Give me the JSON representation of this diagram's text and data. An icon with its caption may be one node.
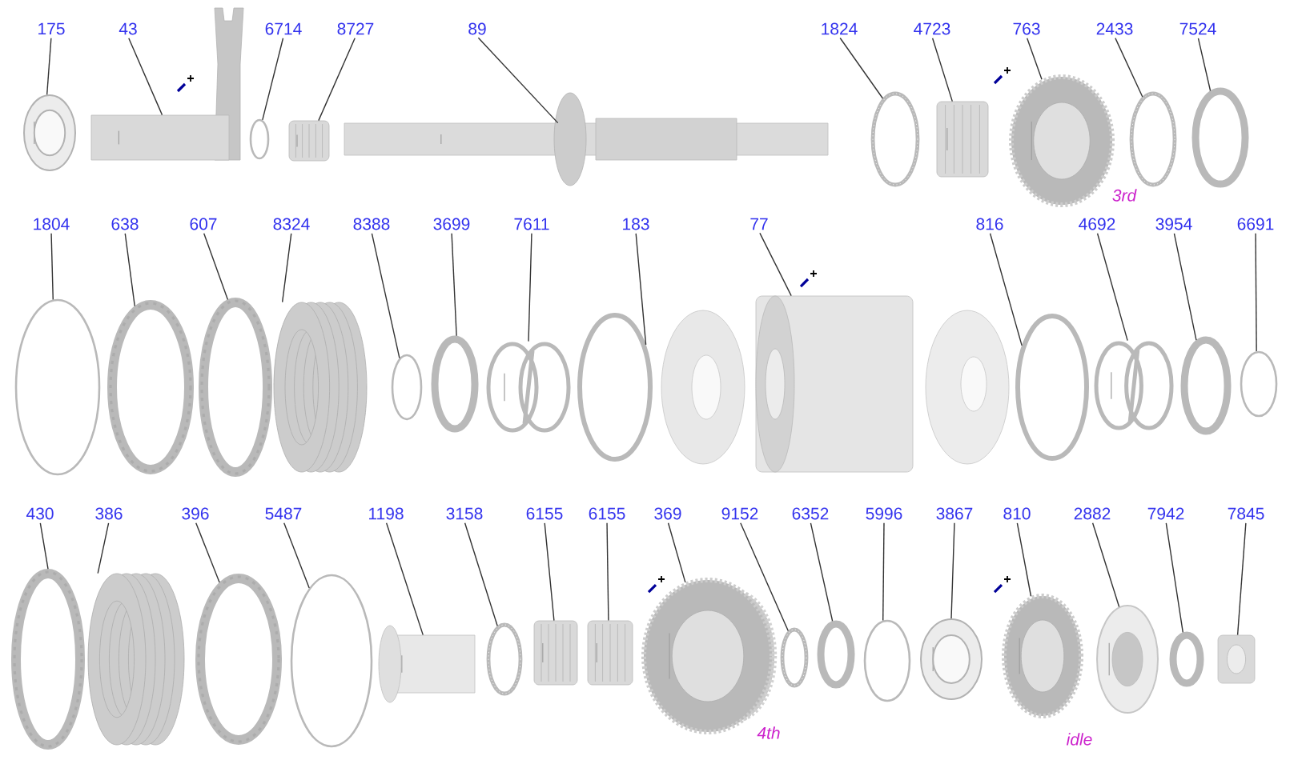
{
  "diagram": {
    "nodes": [
      {
        "text": [
          "175"
        ]
      },
      {
        "text": [],
        "shape": "picture"
      },
      {
        "text": [
          "43"
        ]
      },
      {
        "text": [],
        "shape": "picture"
      },
      {
        "text": [
          "6714"
        ]
      },
      {
        "text": [],
        "shape": "circle"
      },
      {
        "text": [
          "8727"
        ]
      },
      {
        "text": [],
        "shape": "picture"
      },
      {
        "text": [
          "89"
        ]
      },
      {
        "text": [],
        "shape": "picture"
      },
      {
        "text": [
          "1824"
        ]
      },
      {
        "text": [],
        "shape": "circle"
      },
      {
        "text": [
          "4723"
        ]
      },
      {
        "text": [],
        "shape": "picture"
      },
      {
        "text": [
          "763"
        ]
      },
      {
        "text": [],
        "shape": "picture",
        "beside": [
          "3rd"
        ]
      },
      {
        "text": [
          "2433"
        ]
      },
      {
        "text": [],
        "shape": "circle"
      },
      {
        "text": [
          "7524"
        ]
      },
      {
        "text": [],
        "shape": "circle"
      },
      {
        "text": [
          "1804"
        ]
      },
      {
        "text": [],
        "shape": "circle"
      },
      {
        "text": [
          "638"
        ]
      },
      {
        "text": [],
        "shape": "circle"
      },
      {
        "text": [
          "607"
        ]
      },
      {
        "text": [],
        "shape": "circle"
      },
      {
        "text": [
          "8324"
        ]
      },
      {
        "text": [],
        "shape": "picture"
      },
      {
        "text": [
          "8388"
        ]
      },
      {
        "text": [],
        "shape": "circle"
      },
      {
        "text": [
          "3699"
        ]
      },
      {
        "text": [],
        "shape": "circle"
      },
      {
        "text": [
          "7611"
        ]
      },
      {
        "text": [],
        "shape": "picture"
      },
      {
        "text": [
          "183"
        ]
      },
      {
        "text": [],
        "shape": "circle"
      },
      {
        "text": [
          "77"
        ]
      },
      {
        "text": [],
        "shape": "picture"
      },
      {
        "text": [
          "816"
        ]
      },
      {
        "text": [],
        "shape": "circle"
      },
      {
        "text": [
          "4692"
        ]
      },
      {
        "text": [],
        "shape": "picture"
      },
      {
        "text": [
          "3954"
        ]
      },
      {
        "text": [],
        "shape": "circle"
      },
      {
        "text": [
          "6691"
        ]
      },
      {
        "text": [],
        "shape": "circle"
      },
      {
        "text": [
          "430"
        ]
      },
      {
        "text": [],
        "shape": "circle"
      },
      {
        "text": [
          "386"
        ]
      },
      {
        "text": [],
        "shape": "picture"
      },
      {
        "text": [
          "396"
        ]
      },
      {
        "text": [],
        "shape": "circle"
      },
      {
        "text": [
          "5487"
        ]
      },
      {
        "text": [],
        "shape": "circle"
      },
      {
        "text": [
          "1198"
        ]
      },
      {
        "text": [],
        "shape": "picture"
      },
      {
        "text": [
          "3158"
        ]
      },
      {
        "text": [],
        "shape": "circle"
      },
      {
        "text": [
          "6155"
        ]
      },
      {
        "text": [],
        "shape": "picture"
      },
      {
        "text": [
          "6155"
        ]
      },
      {
        "text": [],
        "shape": "picture"
      },
      {
        "text": [
          "369"
        ]
      },
      {
        "text": [],
        "shape": "picture",
        "beside": [
          "4th"
        ]
      },
      {
        "text": [
          "9152"
        ]
      },
      {
        "text": [],
        "shape": "circle"
      },
      {
        "text": [
          "6352"
        ]
      },
      {
        "text": [],
        "shape": "circle"
      },
      {
        "text": [
          "5996"
        ]
      },
      {
        "text": [],
        "shape": "circle"
      },
      {
        "text": [
          "3867"
        ]
      },
      {
        "text": [],
        "shape": "picture"
      },
      {
        "text": [
          "810"
        ]
      },
      {
        "text": [],
        "shape": "picture",
        "beside": [
          "idle"
        ]
      },
      {
        "text": [
          "2882"
        ]
      },
      {
        "text": [],
        "shape": "picture"
      },
      {
        "text": [
          "7942"
        ]
      },
      {
        "text": [],
        "shape": "circle"
      },
      {
        "text": [
          "7845"
        ]
      },
      {
        "text": [],
        "shape": "box"
      }
    ],
    "edges": [
      {
        "from": 0,
        "to": 1,
        "arrow": "none"
      },
      {
        "from": 2,
        "to": 3,
        "arrow": "none"
      },
      {
        "from": 4,
        "to": 5,
        "arrow": "none"
      },
      {
        "from": 6,
        "to": 7,
        "arrow": "none"
      },
      {
        "from": 8,
        "to": 9,
        "arrow": "none"
      },
      {
        "from": 10,
        "to": 11,
        "arrow": "none"
      },
      {
        "from": 12,
        "to": 13,
        "arrow": "none"
      },
      {
        "from": 14,
        "to": 15,
        "arrow": "none"
      },
      {
        "from": 16,
        "to": 17,
        "arrow": "none"
      },
      {
        "from": 18,
        "to": 19,
        "arrow": "none"
      },
      {
        "from": 20,
        "to": 21,
        "arrow": "none"
      },
      {
        "from": 22,
        "to": 23,
        "arrow": "none"
      },
      {
        "from": 24,
        "to": 25,
        "arrow": "none"
      },
      {
        "from": 26,
        "to": 27,
        "arrow": "none"
      },
      {
        "from": 28,
        "to": 29,
        "arrow": "none"
      },
      {
        "from": 30,
        "to": 31,
        "arrow": "none"
      },
      {
        "from": 32,
        "to": 33,
        "arrow": "none"
      },
      {
        "from": 34,
        "to": 35,
        "arrow": "none"
      },
      {
        "from": 36,
        "to": 37,
        "arrow": "none"
      },
      {
        "from": 38,
        "to": 39,
        "arrow": "none"
      },
      {
        "from": 40,
        "to": 41,
        "arrow": "none"
      },
      {
        "from": 42,
        "to": 43,
        "arrow": "none"
      },
      {
        "from": 44,
        "to": 45,
        "arrow": "none"
      },
      {
        "from": 46,
        "to": 47,
        "arrow": "none"
      },
      {
        "from": 48,
        "to": 49,
        "arrow": "none"
      },
      {
        "from": 50,
        "to": 51,
        "arrow": "none"
      },
      {
        "from": 52,
        "to": 53,
        "arrow": "none"
      },
      {
        "from": 54,
        "to": 55,
        "arrow": "none"
      },
      {
        "from": 56,
        "to": 57,
        "arrow": "none"
      },
      {
        "from": 58,
        "to": 59,
        "arrow": "none"
      },
      {
        "from": 60,
        "to": 61,
        "arrow": "none"
      },
      {
        "from": 62,
        "to": 63,
        "arrow": "none"
      },
      {
        "from": 64,
        "to": 65,
        "arrow": "none"
      },
      {
        "from": 66,
        "to": 67,
        "arrow": "none"
      },
      {
        "from": 68,
        "to": 69,
        "arrow": "none"
      },
      {
        "from": 70,
        "to": 71,
        "arrow": "none"
      },
      {
        "from": 72,
        "to": 73,
        "arrow": "none"
      },
      {
        "from": 74,
        "to": 75,
        "arrow": "none"
      },
      {
        "from": 76,
        "to": 77,
        "arrow": "none"
      },
      {
        "from": 78,
        "to": 79,
        "arrow": "none"
      }
    ]
  }
}
